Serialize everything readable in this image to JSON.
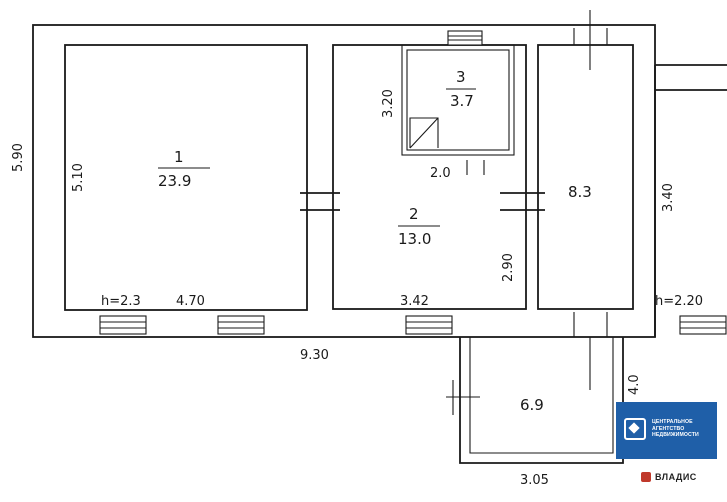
{
  "rooms": [
    {
      "number": "1",
      "area": "23.9"
    },
    {
      "number": "2",
      "area": "13.0"
    },
    {
      "number": "3",
      "area": "3.7"
    }
  ],
  "unnumbered_areas": [
    "8.3",
    "6.9"
  ],
  "dimensions": {
    "total_width": "9.30",
    "total_depth": "5.90",
    "room1_depth": "5.10",
    "room1_width": "4.70",
    "room2_width": "3.42",
    "room2_depth": "2.90",
    "room3_depth": "3.20",
    "room3_width": "2.0",
    "right_depth": "3.40",
    "porch_width": "3.05",
    "porch_depth": "4.0"
  },
  "heights": [
    "h=2.3",
    "h=2.20"
  ],
  "logo": {
    "line1": "ЦЕНТРАЛЬНОЕ",
    "line2": "АГЕНТСТВО",
    "line3": "НЕДВИЖИМОСТИ",
    "brand": "ВЛАДИС",
    "color": "#1f5fa8"
  }
}
